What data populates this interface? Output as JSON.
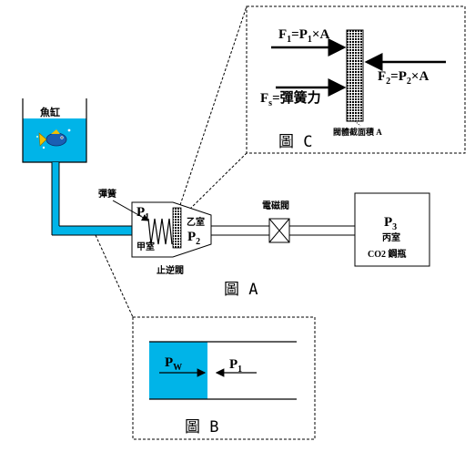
{
  "figure_a": {
    "caption": "圖 A",
    "tank_label": "魚缸",
    "spring_label": "彈簧",
    "check_valve": {
      "p1": "P",
      "p1_sub": "1",
      "chamber_a": "甲室",
      "chamber_b": "乙室",
      "p2": "P",
      "p2_sub": "2",
      "name": "止逆閥"
    },
    "solenoid_label": "電磁閥",
    "co2_bottle": {
      "p3": "P",
      "p3_sub": "3",
      "chamber_c": "丙室",
      "name": "CO2 鋼瓶"
    }
  },
  "figure_b": {
    "caption": "圖 B",
    "pw": "P",
    "pw_sub": "W",
    "p1": "P",
    "p1_sub": "1"
  },
  "figure_c": {
    "caption": "圖 C",
    "f1_eq": "F",
    "f1_sub": "1",
    "f1_rest": "=P",
    "f1_sub2": "1",
    "f1_tail": "×A",
    "f2_eq": "F",
    "f2_sub": "2",
    "f2_rest": "=P",
    "f2_sub2": "2",
    "f2_tail": "×A",
    "fs": "F",
    "fs_sub": "s",
    "fs_rest": "=彈簧力",
    "area_label": "閥體截面積 A"
  },
  "colors": {
    "water": "#00b4e8",
    "line": "#000000"
  }
}
